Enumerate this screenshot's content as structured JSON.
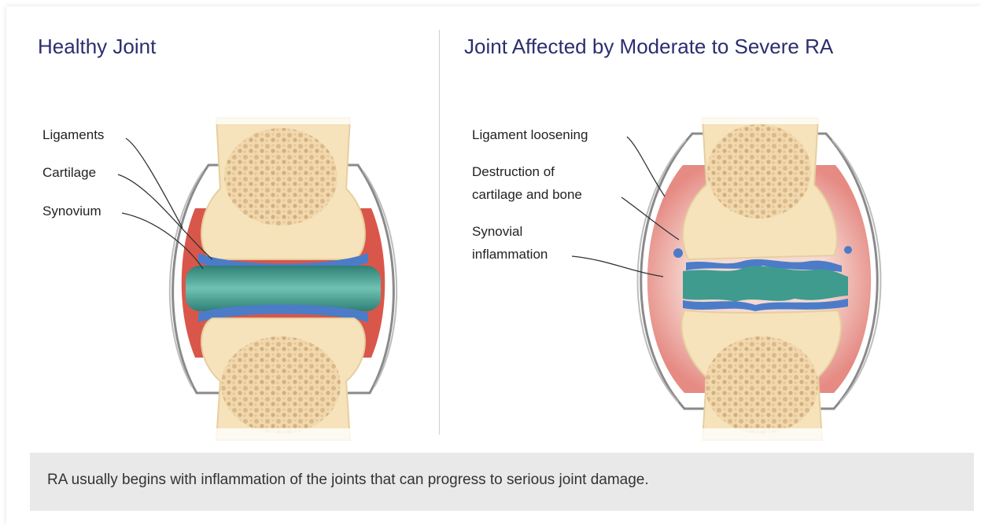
{
  "left_panel": {
    "title": "Healthy Joint",
    "labels": [
      "Ligaments",
      "Cartilage",
      "Synovium"
    ]
  },
  "right_panel": {
    "title": "Joint Affected by Moderate to Severe RA",
    "labels": [
      "Ligament loosening",
      "Destruction of",
      "cartilage and bone",
      "Synovial",
      "inflammation"
    ]
  },
  "caption": "RA usually begins with inflammation of the joints that can progress to serious joint damage.",
  "colors": {
    "title": "#2b2e6e",
    "bone": "#f6e3bb",
    "marrow": "#e8c99a",
    "cartilage_blue": "#4c7cc8",
    "synovial_fluid": "#3f9b8e",
    "synovium_red": "#d9574a",
    "inflammation": "#efb0aa",
    "caption_bar": "#e9e9e9"
  }
}
